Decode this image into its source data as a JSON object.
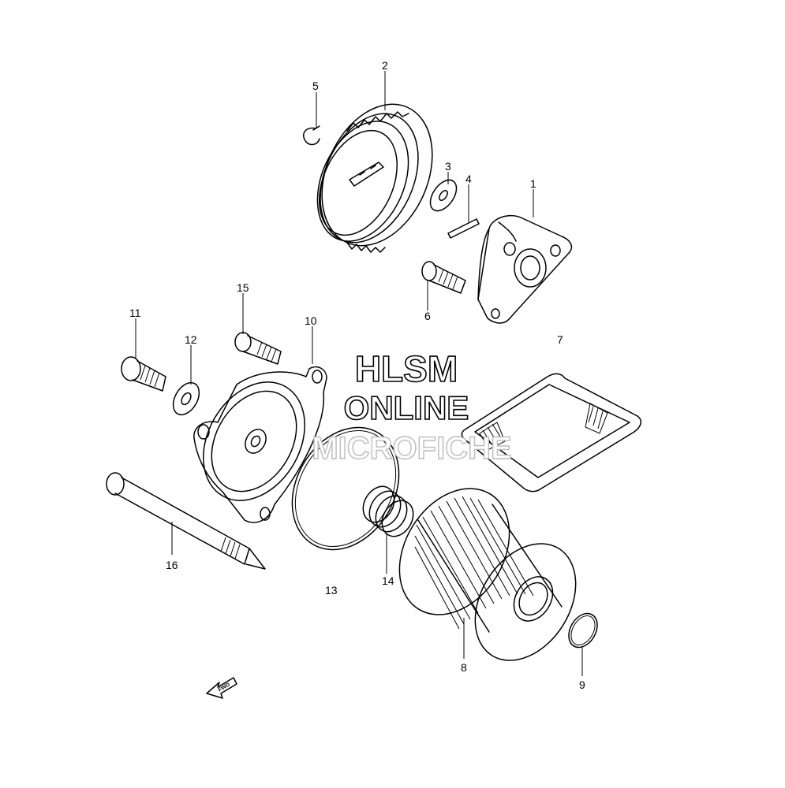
{
  "callouts": [
    {
      "id": "1",
      "label": "1"
    },
    {
      "id": "2",
      "label": "2"
    },
    {
      "id": "3",
      "label": "3"
    },
    {
      "id": "4",
      "label": "4"
    },
    {
      "id": "5",
      "label": "5"
    },
    {
      "id": "6",
      "label": "6"
    },
    {
      "id": "7",
      "label": "7"
    },
    {
      "id": "8",
      "label": "8"
    },
    {
      "id": "9",
      "label": "9"
    },
    {
      "id": "10",
      "label": "10"
    },
    {
      "id": "11",
      "label": "11"
    },
    {
      "id": "12",
      "label": "12"
    },
    {
      "id": "13",
      "label": "13"
    },
    {
      "id": "14",
      "label": "14"
    },
    {
      "id": "15",
      "label": "15"
    },
    {
      "id": "16",
      "label": "16"
    }
  ],
  "watermark": {
    "line1": "HLSM",
    "line2": "ONLINE",
    "line3": "MICROFICHE"
  },
  "direction_arrow": {
    "label": "FWD"
  }
}
